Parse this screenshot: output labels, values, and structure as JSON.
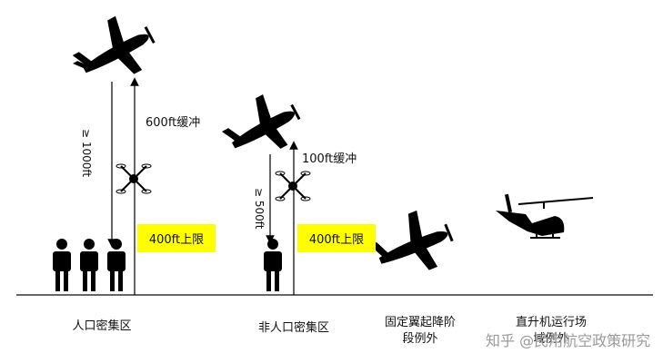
{
  "labels": {
    "dense_vertical": "≥ 1000ft",
    "dense_buffer": "600ft缓冲",
    "dense_limit": "400ft上限",
    "sparse_vertical": "≥ 500ft",
    "sparse_buffer": "100ft缓冲",
    "sparse_limit": "400ft上限"
  },
  "categories": {
    "dense": "人口密集区",
    "sparse": "非人口密集区",
    "fixed_wing_line1": "固定翼起降阶",
    "fixed_wing_line2": "段例外",
    "heli_line1": "直升机运行场",
    "heli_line2": "域例外"
  },
  "watermark": "知乎 @民用航空政策研究",
  "colors": {
    "limit_box": "#ffff00",
    "silhouette": "#000000"
  }
}
